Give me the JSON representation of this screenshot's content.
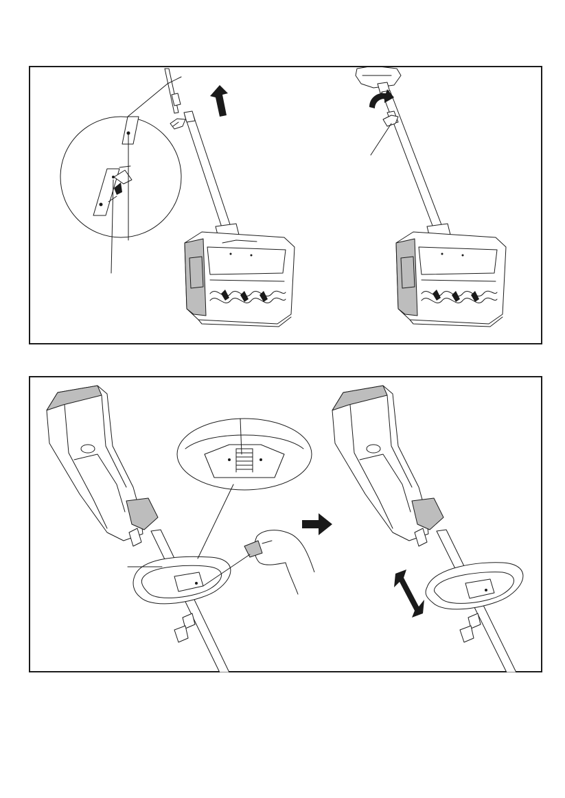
{
  "page": {
    "background": "#ffffff",
    "line_color": "#1a1a1a",
    "figures": [
      {
        "id": "handle-extension",
        "icons": [
          "up-arrow-icon",
          "rotate-arrow-icon"
        ],
        "callouts": 2
      },
      {
        "id": "auxiliary-handle-adjustment",
        "icons": [
          "right-arrow-icon",
          "double-arrow-icon"
        ],
        "callouts": 2
      }
    ]
  }
}
